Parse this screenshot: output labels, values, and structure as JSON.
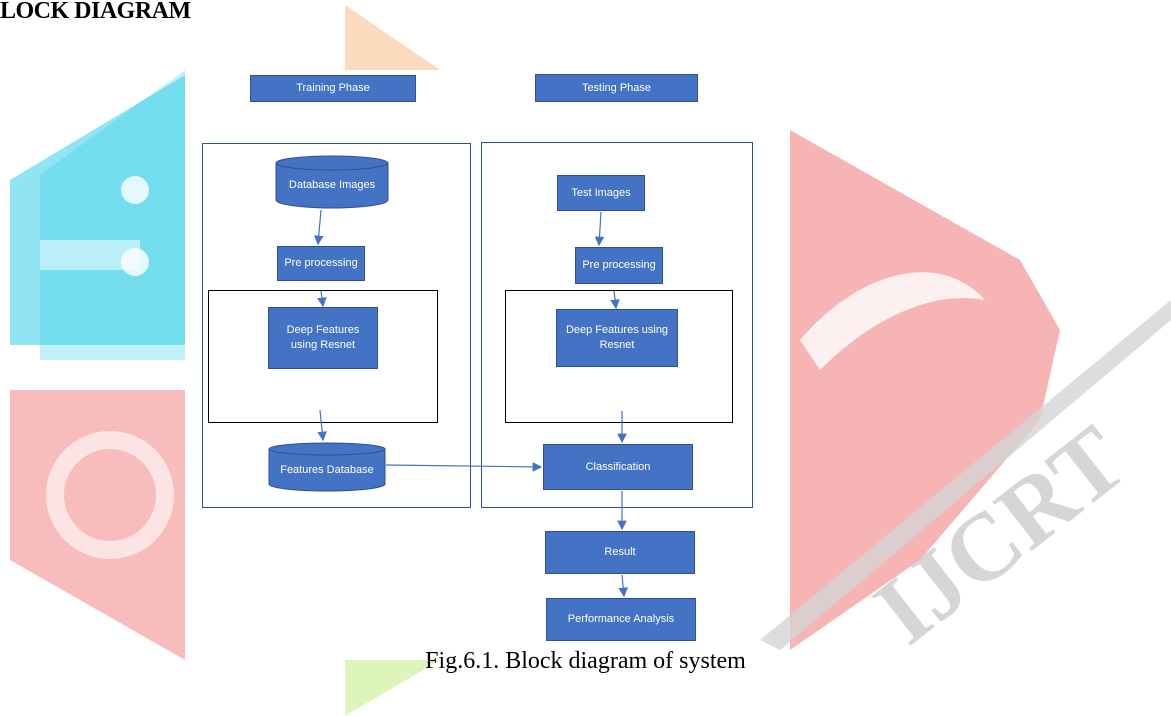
{
  "heading": "LOCK DIAGRAM",
  "caption": "Fig.6.1. Block diagram of system",
  "colors": {
    "box_fill": "#4472c4",
    "box_border": "#2f528f",
    "arrow": "#4472c4",
    "watermark_cyan": "#1ec8e6",
    "watermark_red": "#f05a5a",
    "watermark_orange": "#f5b27a",
    "watermark_green": "#b6e86a"
  },
  "watermark": {
    "text": "IJCRT"
  },
  "training": {
    "phase_label": "Training Phase",
    "database_images": "Database Images",
    "pre_processing": "Pre processing",
    "deep_features": "Deep Features using Resnet",
    "features_database": "Features Database"
  },
  "testing": {
    "phase_label": "Testing Phase",
    "test_images": "Test Images",
    "pre_processing": "Pre processing",
    "deep_features": "Deep Features using Resnet",
    "classification": "Classification"
  },
  "result": "Result",
  "performance_analysis": "Performance Analysis"
}
